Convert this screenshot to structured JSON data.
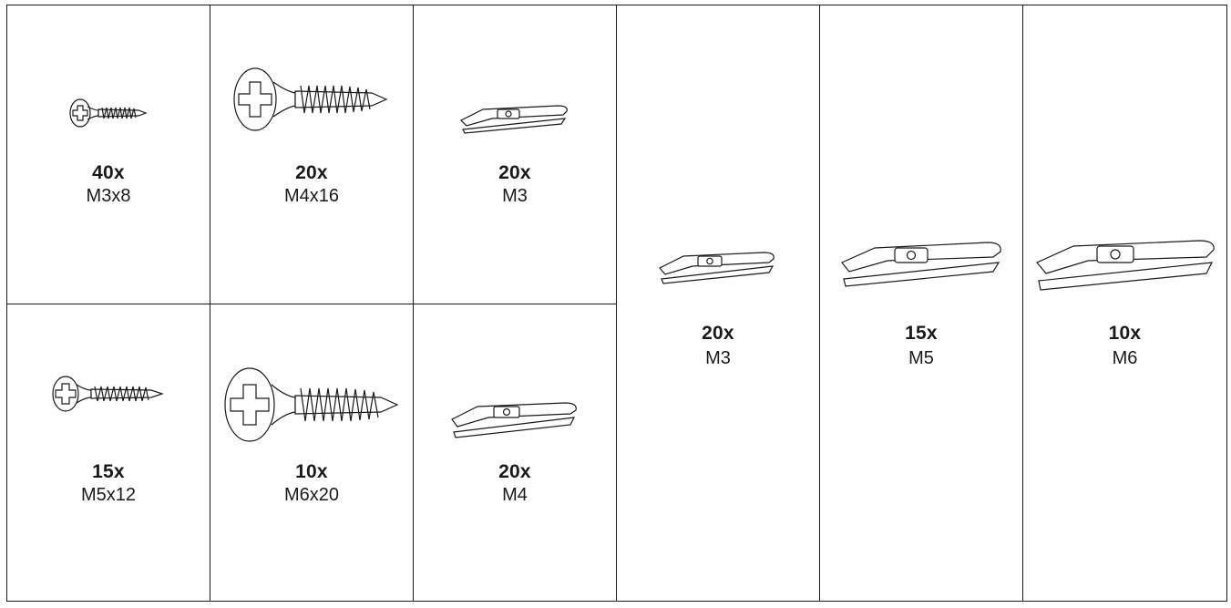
{
  "items": [
    {
      "qty": "40x",
      "size": "M3x8",
      "kind": "screw"
    },
    {
      "qty": "20x",
      "size": "M4x16",
      "kind": "screw"
    },
    {
      "qty": "20x",
      "size": "M3",
      "kind": "clip"
    },
    {
      "qty": "15x",
      "size": "M5x12",
      "kind": "screw"
    },
    {
      "qty": "10x",
      "size": "M6x20",
      "kind": "screw"
    },
    {
      "qty": "20x",
      "size": "M4",
      "kind": "clip"
    },
    {
      "qty": "20x",
      "size": "M3",
      "kind": "clip"
    },
    {
      "qty": "15x",
      "size": "M5",
      "kind": "clip"
    },
    {
      "qty": "10x",
      "size": "M6",
      "kind": "clip"
    }
  ]
}
